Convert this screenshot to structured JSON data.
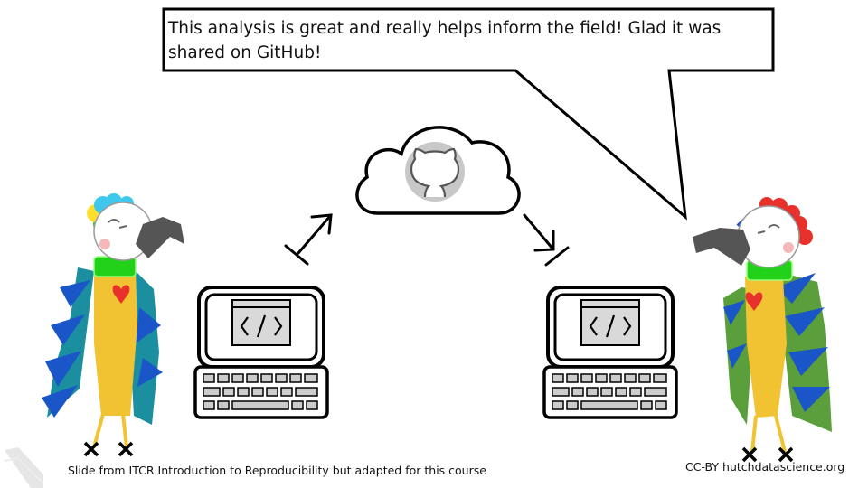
{
  "speech_bubble": {
    "text": "This analysis is great and really helps inform the field! Glad it was shared on GitHub!"
  },
  "icons": {
    "cloud": "cloud-icon",
    "github": "github-logo-icon",
    "computer": "computer-icon",
    "code": "code-brackets-icon",
    "arrow_up": "upload-arrow-icon",
    "arrow_down": "download-arrow-icon",
    "watermark": "ribbon-watermark-icon"
  },
  "footer": {
    "credit": "Slide from ITCR Introduction to Reproducibility but adapted for this course",
    "license": "CC-BY  hutchdatascience.org"
  },
  "colors": {
    "left_bird_body": "#f1c232",
    "left_bird_wings": "#1b8fa0",
    "left_bird_wing_accent": "#1a56c8",
    "right_bird_body": "#f1c232",
    "right_bird_wings": "#5b9e3c",
    "right_bird_wing_accent": "#1a56c8",
    "neck_band": "#22d11a",
    "heart": "#e8312a",
    "beak": "#555555",
    "screen_fill": "#d9d9d9"
  }
}
